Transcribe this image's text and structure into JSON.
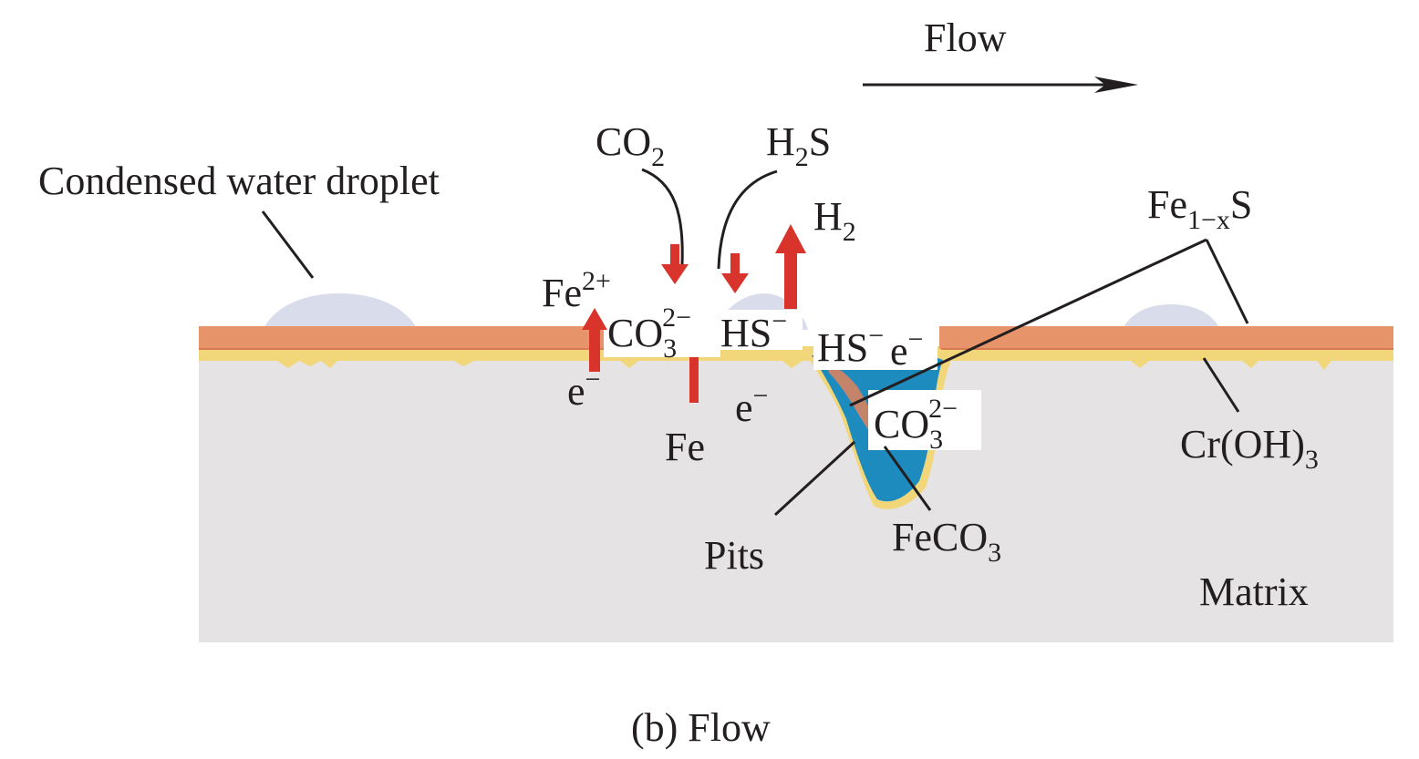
{
  "caption": "(b) Flow",
  "flow": {
    "label": "Flow"
  },
  "labels": {
    "droplet": "Condensed water droplet",
    "co2": {
      "base": "CO",
      "sub": "2"
    },
    "h2s": {
      "base": "H",
      "sub": "2",
      "tail": "S"
    },
    "h2": {
      "base": "H",
      "sub": "2"
    },
    "fe2plus": {
      "base": "Fe",
      "sup": "2+"
    },
    "co3_left": {
      "base": "CO",
      "sub": "3",
      "sup": "2−"
    },
    "hs_left": {
      "base": "HS",
      "sup": "−"
    },
    "hs_right": {
      "base": "HS",
      "sup": "−"
    },
    "e_right": {
      "base": "e",
      "sup": "−"
    },
    "e_left": {
      "base": "e",
      "sup": "−"
    },
    "e_mid": {
      "base": "e",
      "sup": "−"
    },
    "fe": "Fe",
    "co3_pit": {
      "base": "CO",
      "sub": "3",
      "sup": "2−"
    },
    "fe1xs": {
      "base": "Fe",
      "sub": "1−x",
      "tail": "S"
    },
    "croh3": {
      "base": "Cr(OH)",
      "sub": "3"
    },
    "pits": "Pits",
    "feco3": {
      "base": "FeCO",
      "sub": "3"
    },
    "matrix": "Matrix"
  },
  "colors": {
    "matrix": "#e6e3e4",
    "oxide_layer": "#e8946a",
    "croh3_layer": "#f2d77a",
    "droplet": "#d9dcea",
    "feco3": "#1e8bbf",
    "fes": "#c4846a",
    "arrow": "#d9342b",
    "line": "#231f20"
  }
}
